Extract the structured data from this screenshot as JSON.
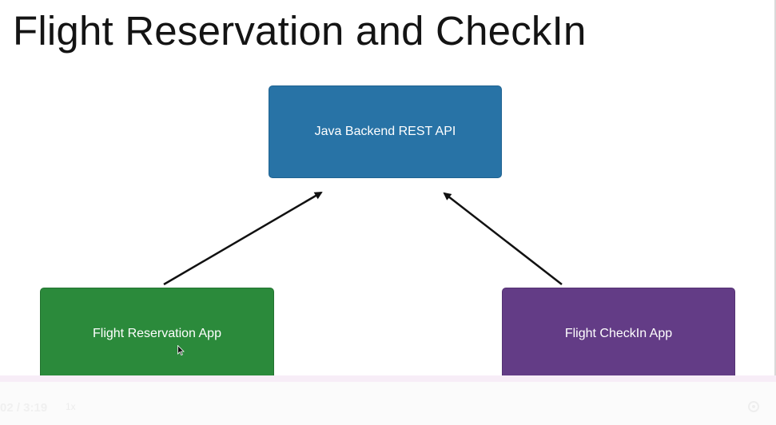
{
  "slide": {
    "title": "Flight Reservation and CheckIn"
  },
  "diagram": {
    "nodes": {
      "backend": {
        "label": "Java Backend REST API",
        "color": "#2873a6"
      },
      "reservation_app": {
        "label": "Flight Reservation App",
        "color": "#2b8a3b"
      },
      "checkin_app": {
        "label": "Flight CheckIn App",
        "color": "#633c86"
      }
    },
    "edges": [
      {
        "from": "Flight Reservation App",
        "to": "Java Backend REST API"
      },
      {
        "from": "Flight CheckIn App",
        "to": "Java Backend REST API"
      }
    ]
  },
  "player": {
    "time": "02 / 3:19",
    "speed": "1x",
    "right_icon": "settings-icon"
  }
}
